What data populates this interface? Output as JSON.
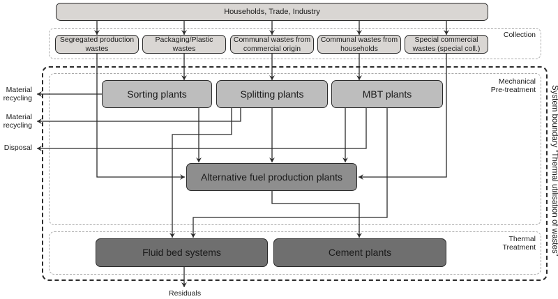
{
  "source": {
    "label": "Households, Trade, Industry"
  },
  "collection": {
    "zone_label": "Collection",
    "items": [
      {
        "label": "Segregated production wastes"
      },
      {
        "label": "Packaging/Plastic wastes"
      },
      {
        "label": "Communal wastes from commercial origin"
      },
      {
        "label": "Communal wastes from households"
      },
      {
        "label": "Special commercial wastes (special coll.)"
      }
    ]
  },
  "mechanical": {
    "zone_label_1": "Mechanical",
    "zone_label_2": "Pre-treatment",
    "plants": [
      {
        "label": "Sorting plants"
      },
      {
        "label": "Splitting plants"
      },
      {
        "label": "MBT plants"
      }
    ],
    "afp": {
      "label": "Alternative fuel production plants"
    }
  },
  "thermal": {
    "zone_label_1": "Thermal",
    "zone_label_2": "Treatment",
    "plants": [
      {
        "label": "Fluid bed systems"
      },
      {
        "label": "Cement plants"
      }
    ]
  },
  "outputs": {
    "recycling_1_a": "Material",
    "recycling_1_b": "recycling",
    "recycling_2_a": "Material",
    "recycling_2_b": "recycling",
    "disposal": "Disposal",
    "residuals": "Residuals"
  },
  "system_boundary": {
    "label": "System boundary “Thermal utilisation of wastes”"
  },
  "colors": {
    "source_fill": "#d9d6d3",
    "mechanical_fill": "#bdbdbd",
    "afp_fill": "#8e8e8e",
    "thermal_fill": "#6f6f6f",
    "line": "#2b2b2b"
  }
}
